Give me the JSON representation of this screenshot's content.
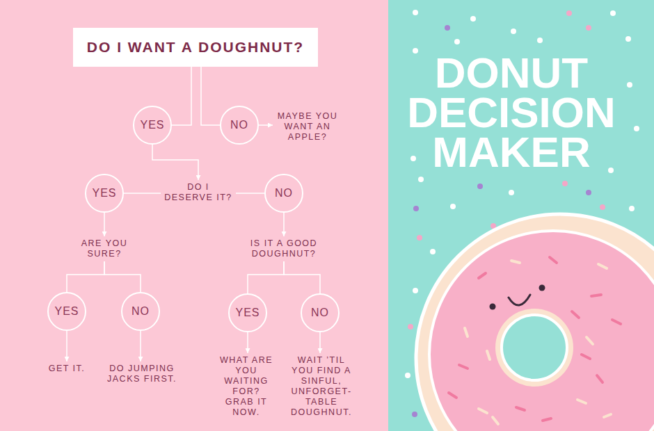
{
  "diagram": {
    "title": "DONUT DECISION MAKER",
    "nodes": [
      {
        "text": [
          "DO I WANT A DOUGHNUT?"
        ]
      },
      {
        "text": [
          "YES"
        ]
      },
      {
        "text": [
          "NO"
        ]
      },
      {
        "text": [
          "MAYBE YOU WANT AN APPLE?"
        ]
      },
      {
        "text": [
          "YES"
        ]
      },
      {
        "text": [
          "DO I DESERVE IT?"
        ]
      },
      {
        "text": [
          "NO"
        ]
      },
      {
        "text": [
          "ARE YOU SURE?"
        ]
      },
      {
        "text": [
          "IS IT A GOOD DOUGHNUT?"
        ]
      },
      {
        "text": [
          "YES"
        ]
      },
      {
        "text": [
          "NO"
        ]
      },
      {
        "text": [
          "YES"
        ]
      },
      {
        "text": [
          "NO"
        ]
      },
      {
        "text": [
          "GET IT."
        ]
      },
      {
        "text": [
          "DO JUMPING JACKS FIRST."
        ]
      },
      {
        "text": [
          "WHAT ARE YOU WAITING FOR? GRAB IT NOW."
        ]
      },
      {
        "text": [
          "WAIT ’TIL YOU FIND A SINFUL, UNFORGET- TABLE DOUGHNUT."
        ]
      }
    ],
    "edges": [
      {
        "from": 0,
        "to": 1,
        "arrow": "none"
      },
      {
        "from": 0,
        "to": 2,
        "arrow": "none"
      },
      {
        "from": 2,
        "to": 3,
        "arrow": "to"
      },
      {
        "from": 1,
        "to": 5,
        "arrow": "to"
      },
      {
        "from": 5,
        "to": 4,
        "arrow": "none"
      },
      {
        "from": 5,
        "to": 6,
        "arrow": "none"
      },
      {
        "from": 4,
        "to": 7,
        "arrow": "to"
      },
      {
        "from": 6,
        "to": 8,
        "arrow": "to"
      },
      {
        "from": 7,
        "to": 9,
        "arrow": "none"
      },
      {
        "from": 7,
        "to": 10,
        "arrow": "none"
      },
      {
        "from": 8,
        "to": 11,
        "arrow": "none"
      },
      {
        "from": 8,
        "to": 12,
        "arrow": "none"
      },
      {
        "from": 9,
        "to": 13,
        "arrow": "to"
      },
      {
        "from": 10,
        "to": 14,
        "arrow": "to"
      },
      {
        "from": 11,
        "to": 15,
        "arrow": "to"
      },
      {
        "from": 12,
        "to": 16,
        "arrow": "to"
      }
    ]
  }
}
